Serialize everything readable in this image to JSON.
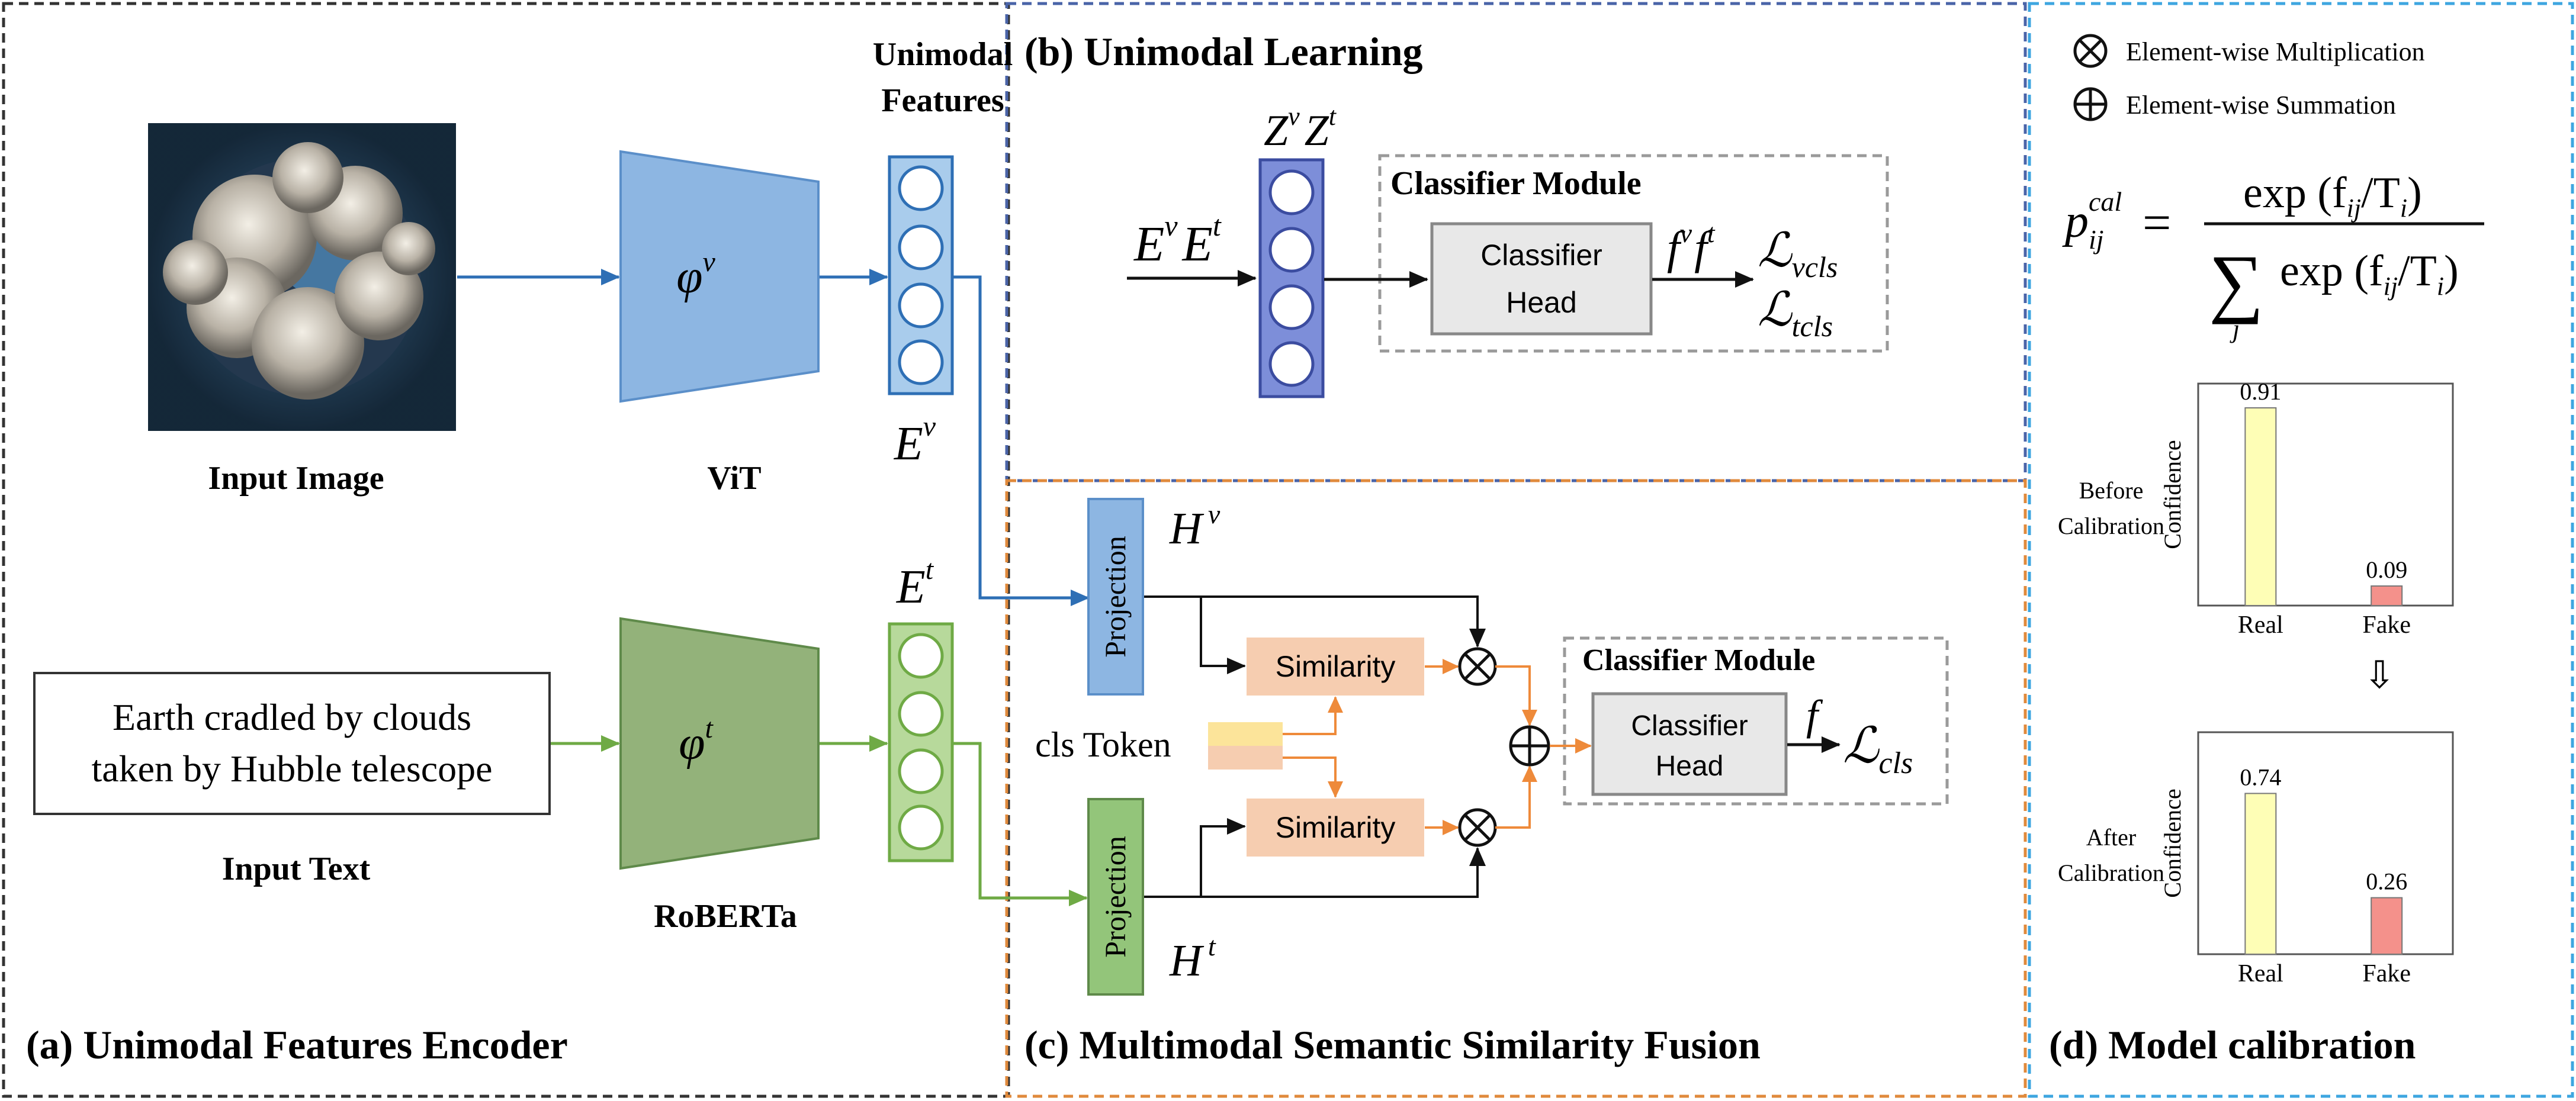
{
  "legend": {
    "multiplication": "Element-wise Multiplication",
    "summation": "Element-wise Summation"
  },
  "panel_a": {
    "title": "(a) Unimodal Features Encoder",
    "unimodal_features_line1": "Unimodal",
    "unimodal_features_line2": "Features",
    "input_image": "Input Image",
    "vit": "ViT",
    "roberta": "RoBERTa",
    "input_text": "Input Text",
    "input_text_line1": "Earth cradled by clouds",
    "input_text_line2": "taken by Hubble telescope",
    "phi_v": "φ",
    "phi_v_sup": "v",
    "phi_t": "φ",
    "phi_t_sup": "t",
    "ev": "E",
    "ev_sup": "v",
    "et": "E",
    "et_sup": "t"
  },
  "panel_b": {
    "title": "(b) Unimodal Learning",
    "classifier_module": "Classifier Module",
    "classifier_head_line1": "Classifier",
    "classifier_head_line2": "Head",
    "input_e": "E",
    "input_e_v": "v",
    "input_e2": "E",
    "input_e_t": "t",
    "z": "Z",
    "z_v": "v",
    "z2": "Z",
    "z_t": "t",
    "f": "f",
    "f_v": "v",
    "f2": "f",
    "f_t": "t",
    "loss": "ℒ",
    "loss_vcls": "vcls",
    "loss_tcls": "tcls"
  },
  "panel_c": {
    "title": "(c) Multimodal Semantic Similarity Fusion",
    "projection": "Projection",
    "similarity": "Similarity",
    "cls_token": "cls Token",
    "classifier_module": "Classifier Module",
    "classifier_head_line1": "Classifier",
    "classifier_head_line2": "Head",
    "hv": "H",
    "hv_sup": "v",
    "ht": "H",
    "ht_sup": "t",
    "f": "f",
    "loss": "ℒ",
    "loss_sub": "cls"
  },
  "panel_d": {
    "title": "(d) Model calibration",
    "formula_p": "p",
    "formula_sup": "cal",
    "formula_sub": "ij",
    "formula_eq": "=",
    "formula_num": "exp (f",
    "formula_num_sub": "ij",
    "formula_num_tail": "/T",
    "formula_num_tail_sub": "i",
    "formula_sum": "∑",
    "formula_sum_sub": "j",
    "before_line1": "Before",
    "before_line2": "Calibration",
    "after_line1": "After",
    "after_line2": "Calibration",
    "ylabel": "Confidence",
    "arrow": "⇩"
  },
  "chart_data": [
    {
      "type": "bar",
      "title": "Before Calibration",
      "categories": [
        "Real",
        "Fake"
      ],
      "values": [
        0.91,
        0.09
      ],
      "value_labels": [
        "0.91",
        "0.09"
      ],
      "ylabel": "Confidence",
      "ylim": [
        0,
        1
      ],
      "colors": [
        "#fefeb6",
        "#f4918b"
      ]
    },
    {
      "type": "bar",
      "title": "After Calibration",
      "categories": [
        "Real",
        "Fake"
      ],
      "values": [
        0.74,
        0.26
      ],
      "value_labels": [
        "0.74",
        "0.26"
      ],
      "ylabel": "Confidence",
      "ylim": [
        0,
        1
      ],
      "colors": [
        "#fefeb6",
        "#f4918b"
      ]
    }
  ],
  "colors": {
    "vision_blue": "#8db6e2",
    "vision_stroke": "#5b8fc9",
    "text_green": "#93b27a",
    "text_stroke": "#5f8a4a",
    "similarity_fill": "#f6cdb0",
    "orange_arrow": "#ee8a3a",
    "panel_a_border": "#333333",
    "panel_b_border": "#4a64a8",
    "panel_c_border": "#e08a3c",
    "panel_d_border": "#3ea6e0"
  }
}
